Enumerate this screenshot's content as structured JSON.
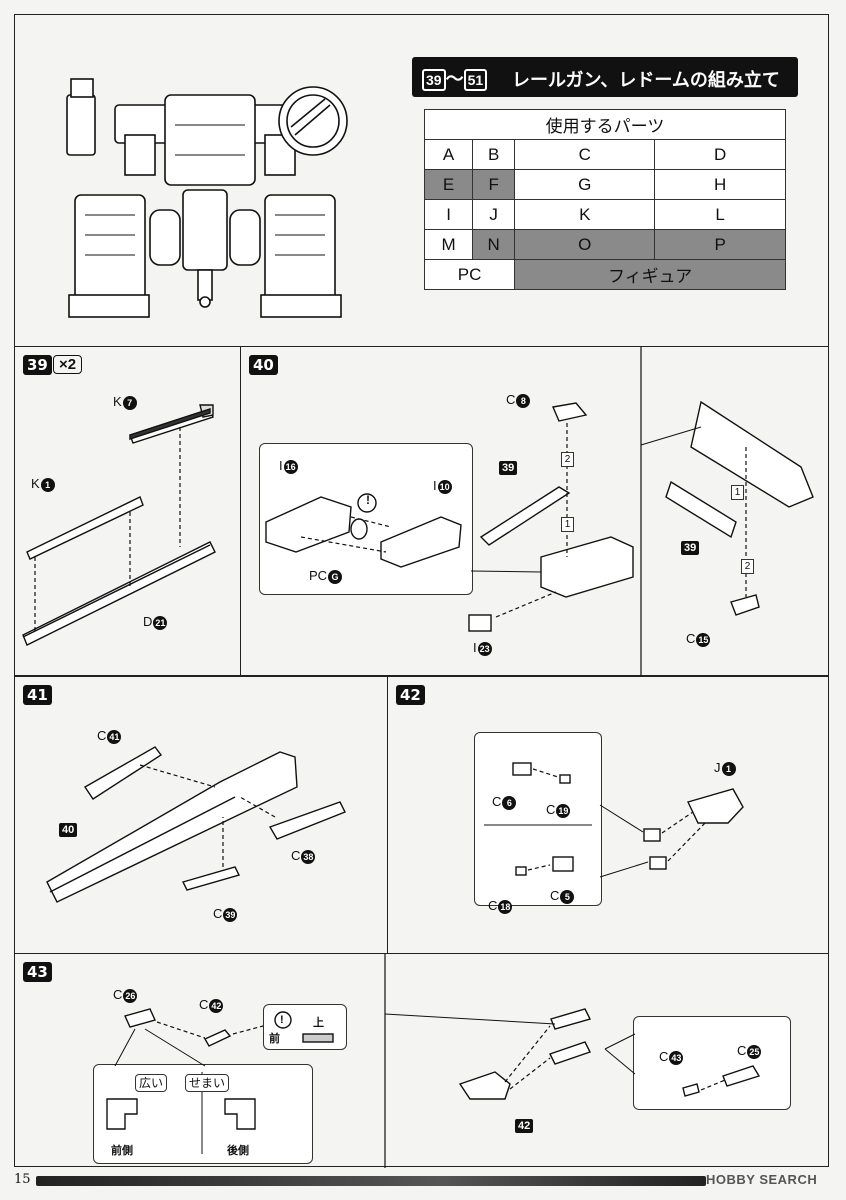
{
  "top": {
    "range_start": "39",
    "range_sep": "～",
    "range_end": "51",
    "title": "レールガン、レドームの組み立て",
    "parts_header": "使用するパーツ",
    "parts_rows": [
      [
        {
          "t": "A",
          "g": false
        },
        {
          "t": "B",
          "g": false
        },
        {
          "t": "C",
          "g": false
        },
        {
          "t": "D",
          "g": false
        }
      ],
      [
        {
          "t": "E",
          "g": true
        },
        {
          "t": "F",
          "g": true
        },
        {
          "t": "G",
          "g": false
        },
        {
          "t": "H",
          "g": false
        }
      ],
      [
        {
          "t": "I",
          "g": false
        },
        {
          "t": "J",
          "g": false
        },
        {
          "t": "K",
          "g": false
        },
        {
          "t": "L",
          "g": false
        }
      ],
      [
        {
          "t": "M",
          "g": false
        },
        {
          "t": "N",
          "g": true
        },
        {
          "t": "O",
          "g": true
        },
        {
          "t": "P",
          "g": true
        }
      ]
    ],
    "last_row": [
      {
        "t": "PC",
        "g": false
      },
      {
        "t": "フィギュア",
        "g": true
      }
    ]
  },
  "s39": {
    "step": "39",
    "mult": "×2",
    "k7": "K",
    "k7n": "7",
    "k1": "K",
    "k1n": "1",
    "d21": "D",
    "d21n": "21"
  },
  "s40": {
    "step": "40",
    "c8": "C",
    "c8n": "8",
    "i16": "I",
    "i16n": "16",
    "i10": "I",
    "i10n": "10",
    "pcg": "PC",
    "pcgn": "G",
    "i23": "I",
    "i23n": "23",
    "tag39a": "39",
    "tag39b": "39",
    "c15": "C",
    "c15n": "15",
    "b1": "1",
    "b2": "2",
    "b1b": "1",
    "b2b": "2",
    "excl": "!"
  },
  "s41": {
    "step": "41",
    "c41": "C",
    "c41n": "41",
    "tag40": "40",
    "c38": "C",
    "c38n": "38",
    "c39": "C",
    "c39n": "39"
  },
  "s42": {
    "step": "42",
    "j1": "J",
    "j1n": "1",
    "c6": "C",
    "c6n": "6",
    "c19": "C",
    "c19n": "19",
    "c18": "C",
    "c18n": "18",
    "c5": "C",
    "c5n": "5"
  },
  "s43": {
    "step": "43",
    "c26": "C",
    "c26n": "26",
    "c42": "C",
    "c42n": "42",
    "up": "上",
    "front_arrow": "前",
    "wide": "広い",
    "narrow": "せまい",
    "front": "前側",
    "back": "後側",
    "tag42": "42",
    "c43": "C",
    "c43n": "43",
    "c25": "C",
    "c25n": "25",
    "excl": "!"
  },
  "footer": {
    "page": "15",
    "watermark": "HOBBY SEARCH"
  }
}
